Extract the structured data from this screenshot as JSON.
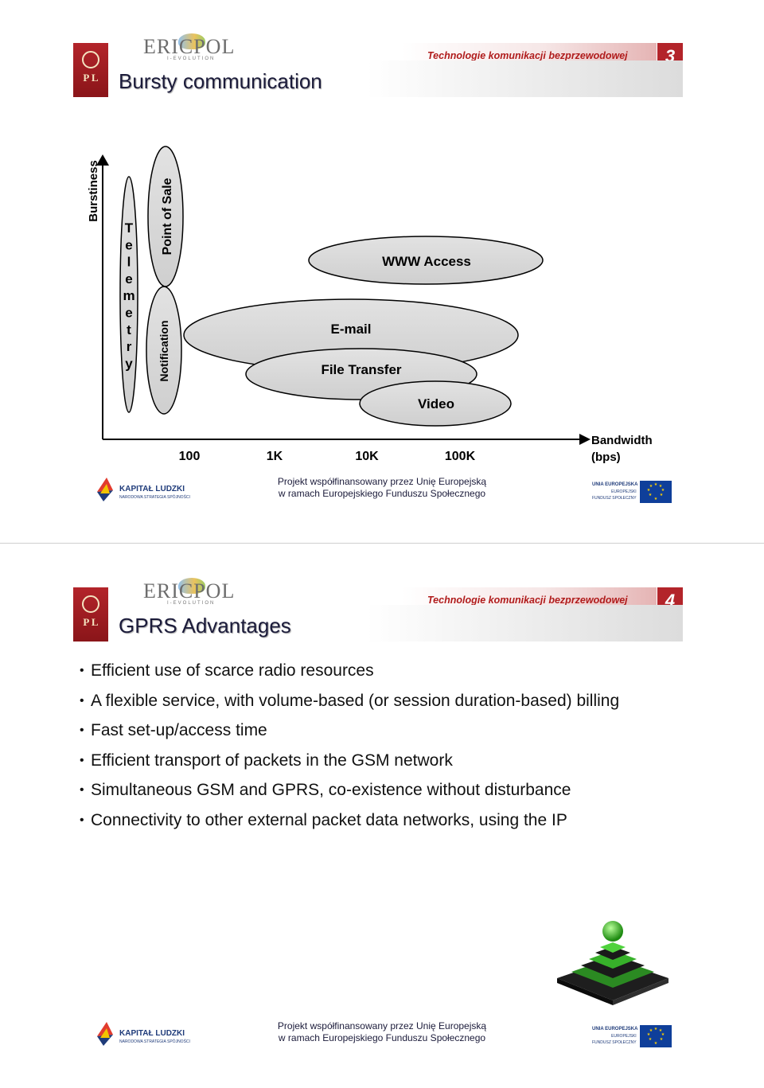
{
  "slide1": {
    "title": "Bursty communication",
    "tagline": "Technologie komunikacji bezprzewodowej",
    "page_number": "3",
    "logo_text": "ERICPOL",
    "logo_sub": "I-EVOLUTION",
    "pol_mark": "P  L"
  },
  "chart_data": {
    "type": "bubble-diagram",
    "y_axis_label": "Burstiness",
    "x_axis_label_line1": "Bandwidth",
    "x_axis_label_line2": "(bps)",
    "x_ticks": [
      "100",
      "1K",
      "10K",
      "100K"
    ],
    "items": [
      "Telemetry",
      "Point of Sale",
      "Notification",
      "WWW Access",
      "E-mail",
      "File Transfer",
      "Video"
    ],
    "telemetry_letters": [
      "T",
      "e",
      "l",
      "e",
      "m",
      "e",
      "t",
      "r",
      "y"
    ]
  },
  "footer": {
    "project_line1": "Projekt współfinansowany przez Unię Europejską",
    "project_line2": "w ramach Europejskiego Funduszu Społecznego",
    "kapital_name": "KAPITAŁ LUDZKI",
    "kapital_sub": "NARODOWA STRATEGIA SPÓJNOŚCI",
    "eu_line1": "UNIA EUROPEJSKA",
    "eu_line2": "EUROPEJSKI",
    "eu_line3": "FUNDUSZ SPOŁECZNY"
  },
  "slide2": {
    "title": "GPRS Advantages",
    "tagline": "Technologie komunikacji bezprzewodowej",
    "page_number": "4",
    "logo_text": "ERICPOL",
    "logo_sub": "I-EVOLUTION",
    "pol_mark": "P  L",
    "bullets": [
      "Efficient use of scarce radio resources",
      "A flexible service, with volume-based (or session duration-based) billing",
      "Fast set-up/access time",
      "Efficient transport of packets in the GSM network",
      "Simultaneous GSM and GPRS, co-existence without disturbance",
      "Connectivity to other external packet data networks, using the IP"
    ]
  }
}
